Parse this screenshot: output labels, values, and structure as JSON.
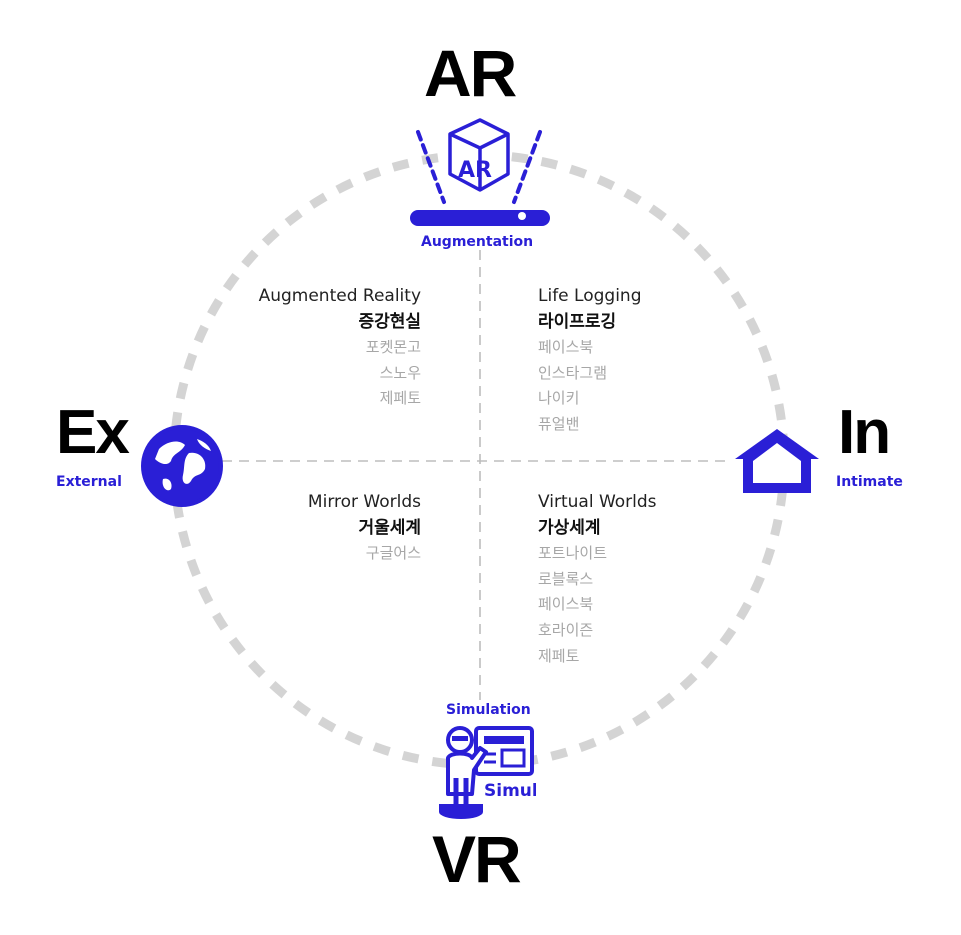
{
  "axes": {
    "top": {
      "label": "AR",
      "caption": "Augmentation"
    },
    "bottom": {
      "label": "VR",
      "caption": "Simulation"
    },
    "left": {
      "label": "Ex",
      "caption": "External"
    },
    "right": {
      "label": "In",
      "caption": "Intimate"
    }
  },
  "icons": {
    "top": "ar-cube-icon",
    "bottom": "simulation-figure-icon",
    "left": "globe-icon",
    "right": "house-icon",
    "ar_cube_text": "AR",
    "simul_text": "Simul."
  },
  "quadrants": {
    "top_left": {
      "title_en": "Augmented Reality",
      "title_ko": "증강현실",
      "examples": [
        "포켓몬고",
        "스노우",
        "제페토"
      ]
    },
    "top_right": {
      "title_en": "Life Logging",
      "title_ko": "라이프로깅",
      "examples": [
        "페이스북",
        "인스타그램",
        "나이키",
        "퓨얼밴"
      ]
    },
    "bottom_left": {
      "title_en": "Mirror Worlds",
      "title_ko": "거울세계",
      "examples": [
        "구글어스"
      ]
    },
    "bottom_right": {
      "title_en": "Virtual Worlds",
      "title_ko": "가상세계",
      "examples": [
        "포트나이트",
        "로블록스",
        "페이스북",
        "호라이즌",
        "제페토"
      ]
    }
  },
  "colors": {
    "accent": "#2a1fd6",
    "ring": "#d4d4d4",
    "axis": "#bdbdbd",
    "example_text": "#a7a7a7"
  }
}
